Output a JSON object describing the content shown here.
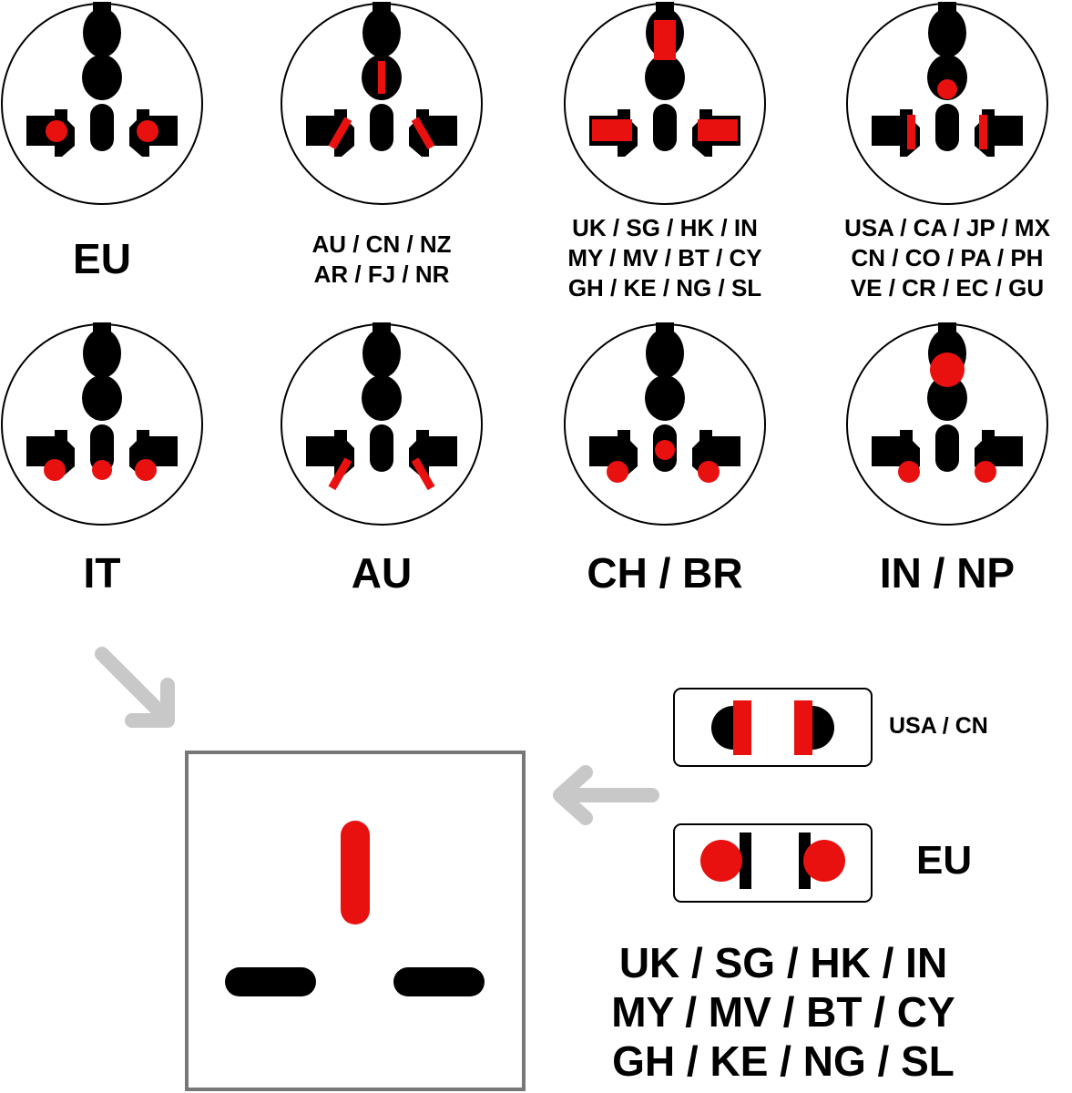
{
  "colors": {
    "pin": "#000000",
    "highlight": "#e8110f",
    "socket_border": "#777777",
    "arrow": "#c8c8c8"
  },
  "sockets": [
    {
      "id": "eu",
      "label_lines": [
        "EU"
      ],
      "highlight": "round-side-pins"
    },
    {
      "id": "au",
      "label_lines": [
        "AU / CN / NZ",
        "AR / FJ / NR"
      ],
      "highlight": "angled-flat-pins"
    },
    {
      "id": "uk",
      "label_lines": [
        "UK / SG / HK / IN",
        "MY / MV / BT / CY",
        "GH / KE / NG / SL"
      ],
      "highlight": "rectangular-pins"
    },
    {
      "id": "usa",
      "label_lines": [
        "USA / CA / JP / MX",
        "CN / CO / PA / PH",
        "VE / CR / EC / GU"
      ],
      "highlight": "flat-parallel-pins"
    },
    {
      "id": "it",
      "label_lines": [
        "IT"
      ],
      "highlight": "three-round-inline"
    },
    {
      "id": "au2",
      "label_lines": [
        "AU"
      ],
      "highlight": "angled-flat-pins-no-earth"
    },
    {
      "id": "ch",
      "label_lines": [
        "CH / BR"
      ],
      "highlight": "three-round-offset"
    },
    {
      "id": "in",
      "label_lines": [
        "IN / NP"
      ],
      "highlight": "three-round-triangle"
    }
  ],
  "plugs": [
    {
      "id": "plug-usa",
      "label": "USA / CN"
    },
    {
      "id": "plug-eu",
      "label": "EU"
    }
  ],
  "target_socket": {
    "label_lines": [
      "UK / SG / HK / IN",
      "MY / MV / BT / CY",
      "GH / KE / NG / SL"
    ]
  }
}
